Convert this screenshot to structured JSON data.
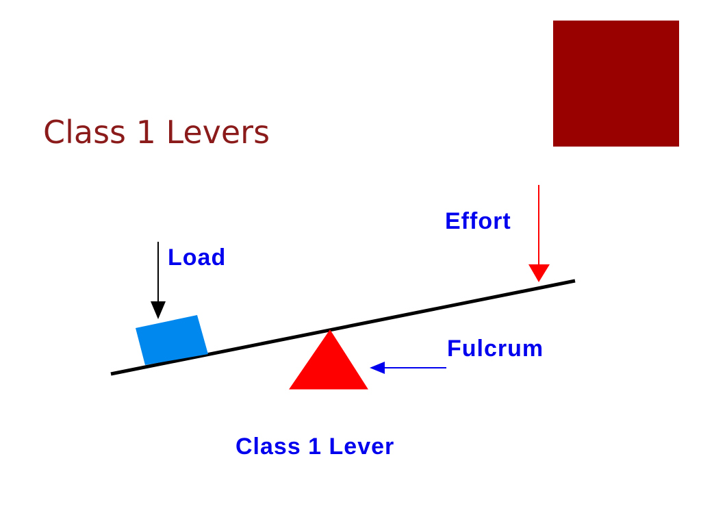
{
  "slide": {
    "title": "Class 1 Levers"
  },
  "diagram": {
    "labels": {
      "load": "Load",
      "effort": "Effort",
      "fulcrum": "Fulcrum",
      "caption": "Class 1 Lever"
    }
  },
  "colors": {
    "title": "#8b1a1a",
    "accent": "#990000",
    "label": "#0000ee",
    "beam": "#000000",
    "load_block": "#0088ee",
    "fulcrum": "#ff0000",
    "effort_arrow": "#ff0000",
    "load_arrow": "#000000",
    "fulcrum_arrow": "#0000ee"
  }
}
